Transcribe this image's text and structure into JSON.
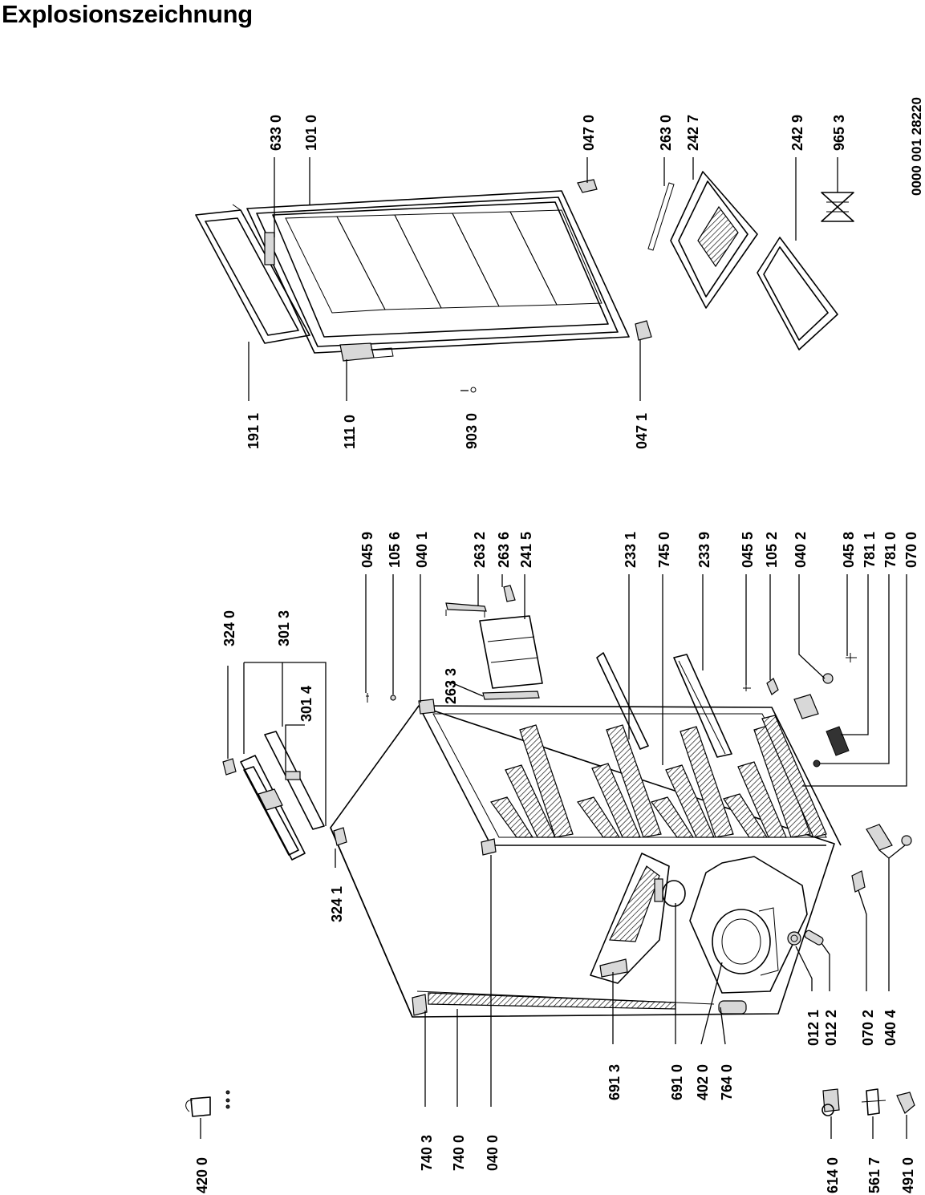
{
  "title": "Explosionszeichnung",
  "document_number": "0000 001 28220",
  "labels": [
    "191 1",
    "111 0",
    "903 0",
    "047 1",
    "633 0",
    "101 0",
    "047 0",
    "263 0",
    "242 7",
    "242 9",
    "965 3",
    "324 0",
    "301 3",
    "301 4",
    "324 1",
    "045 9",
    "105 6",
    "040 1",
    "263 3",
    "263 2",
    "263 6",
    "241 5",
    "233 1",
    "745 0",
    "233 9",
    "045 5",
    "105 2",
    "040 2",
    "045 8",
    "781 1",
    "781 0",
    "070 0",
    "740 3",
    "740 0",
    "040 0",
    "691 3",
    "691 0",
    "402 0",
    "764 0",
    "012 1",
    "012 2",
    "070 2",
    "040 4",
    "420 0",
    "614 0",
    "561 7",
    "491 0"
  ]
}
